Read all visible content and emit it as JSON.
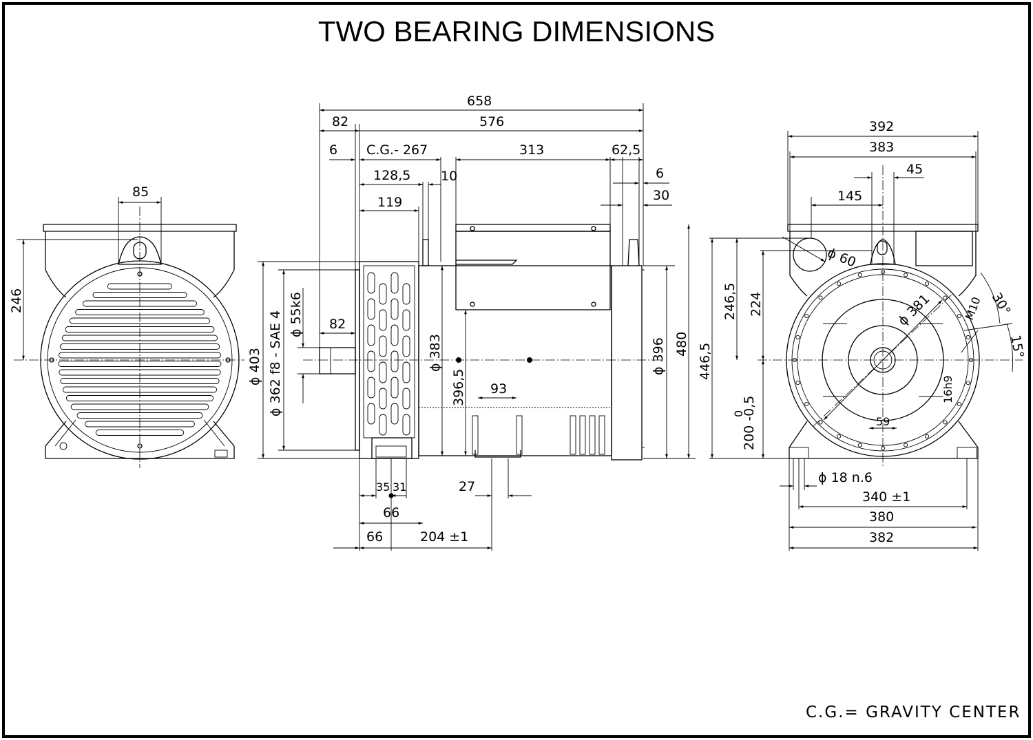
{
  "title": "TWO BEARING DIMENSIONS",
  "legend": "C.G.= GRAVITY CENTER",
  "left_view": {
    "top_width": "85",
    "height_246": "246"
  },
  "side_view": {
    "overall_658": "658",
    "d82_top": "82",
    "d576": "576",
    "d6_left": "6",
    "cg": "C.G.- 267",
    "d313": "313",
    "d62_5": "62,5",
    "d6_right": "6",
    "d128_5": "128,5",
    "d10": "10",
    "d30": "30",
    "d119": "119",
    "shaft_82": "82",
    "dia_403": "ϕ 403",
    "dia_362": "ϕ 362  f8  -  SAE 4",
    "dia_55": "ϕ 55k6",
    "dia_383": "ϕ 383",
    "d396_5": "396,5",
    "d93": "93",
    "dia_396": "ϕ 396",
    "d480": "480",
    "d35": "35",
    "d31": "31",
    "d27": "27",
    "d66_a": "66",
    "d66_b": "66",
    "d204": "204 ±1"
  },
  "front_view": {
    "d392": "392",
    "d383": "383",
    "d45": "45",
    "d145": "145",
    "dia_60": "ϕ 60",
    "d446_5": "446,5",
    "d246_5": "246,5",
    "d224": "224",
    "dia_381": "ϕ 381",
    "m10": "M10",
    "deg30": "30°",
    "deg15": "15°",
    "d16h9": "16h9",
    "d59": "59",
    "tol_0": "0",
    "tol_200": "200 -0,5",
    "holes": "ϕ 18   n.6",
    "d340": "340 ±1",
    "d380": "380",
    "d382": "382"
  }
}
